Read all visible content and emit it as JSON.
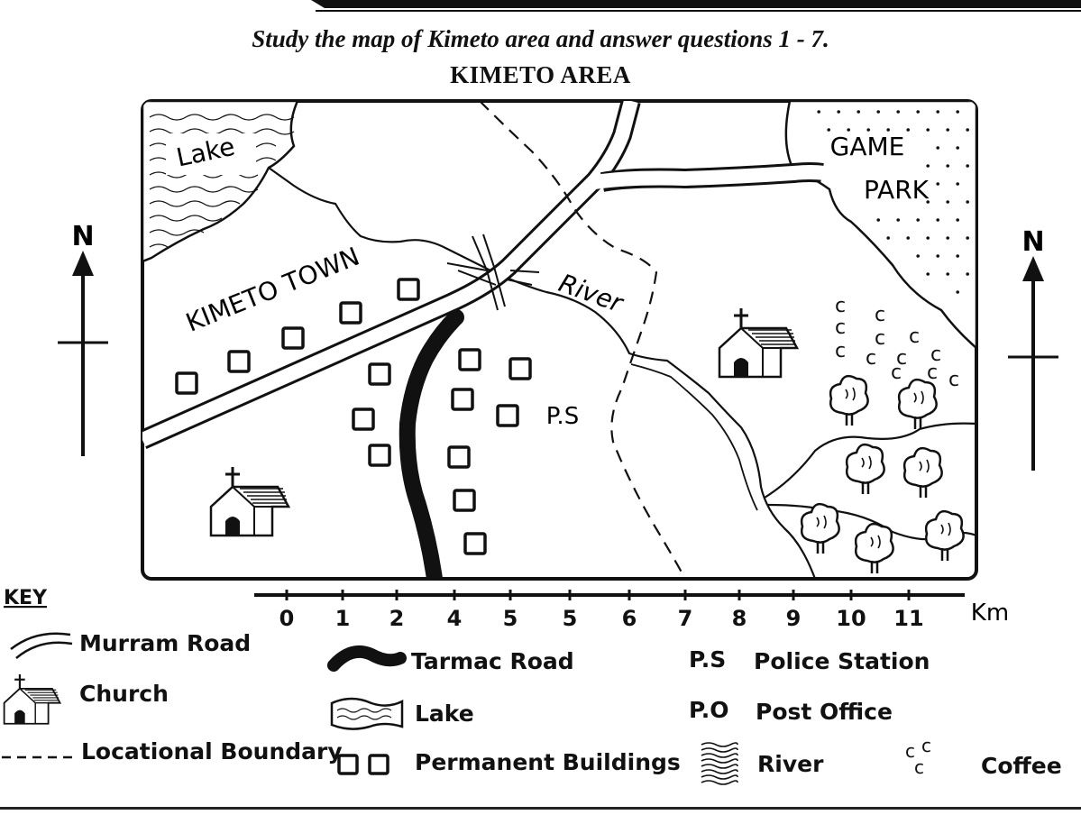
{
  "instruction": "Study the map of Kimeto area and answer questions 1 - 7.",
  "title": "KIMETO AREA",
  "map_labels": {
    "lake": "Lake",
    "game_park_1": "GAME",
    "game_park_2": "PARK",
    "town": "KIMETO TOWN",
    "river": "River",
    "police_station": "P.S",
    "north": "N"
  },
  "scale": {
    "ticks": [
      "0",
      "1",
      "2",
      "4",
      "5",
      "5",
      "6",
      "7",
      "8",
      "9",
      "10",
      "11"
    ],
    "unit": "Km"
  },
  "key": {
    "heading": "KEY",
    "items": [
      {
        "symbol": "murram-road",
        "label": "Murram Road"
      },
      {
        "symbol": "church",
        "label": "Church"
      },
      {
        "symbol": "locational-boundary",
        "label": "Locational Boundary"
      },
      {
        "symbol": "tarmac-road",
        "label": "Tarmac Road"
      },
      {
        "symbol": "lake",
        "label": "Lake"
      },
      {
        "symbol": "permanent-buildings",
        "label": "Permanent Buildings"
      },
      {
        "symbol": "police-station",
        "code": "P.S",
        "label": "Police Station"
      },
      {
        "symbol": "post-office",
        "code": "P.O",
        "label": "Post Office"
      },
      {
        "symbol": "river",
        "label": "River"
      },
      {
        "symbol": "coffee",
        "code": "c c c",
        "label": "Coffee"
      }
    ]
  },
  "colors": {
    "ink": "#111111",
    "paper": "#ffffff"
  }
}
